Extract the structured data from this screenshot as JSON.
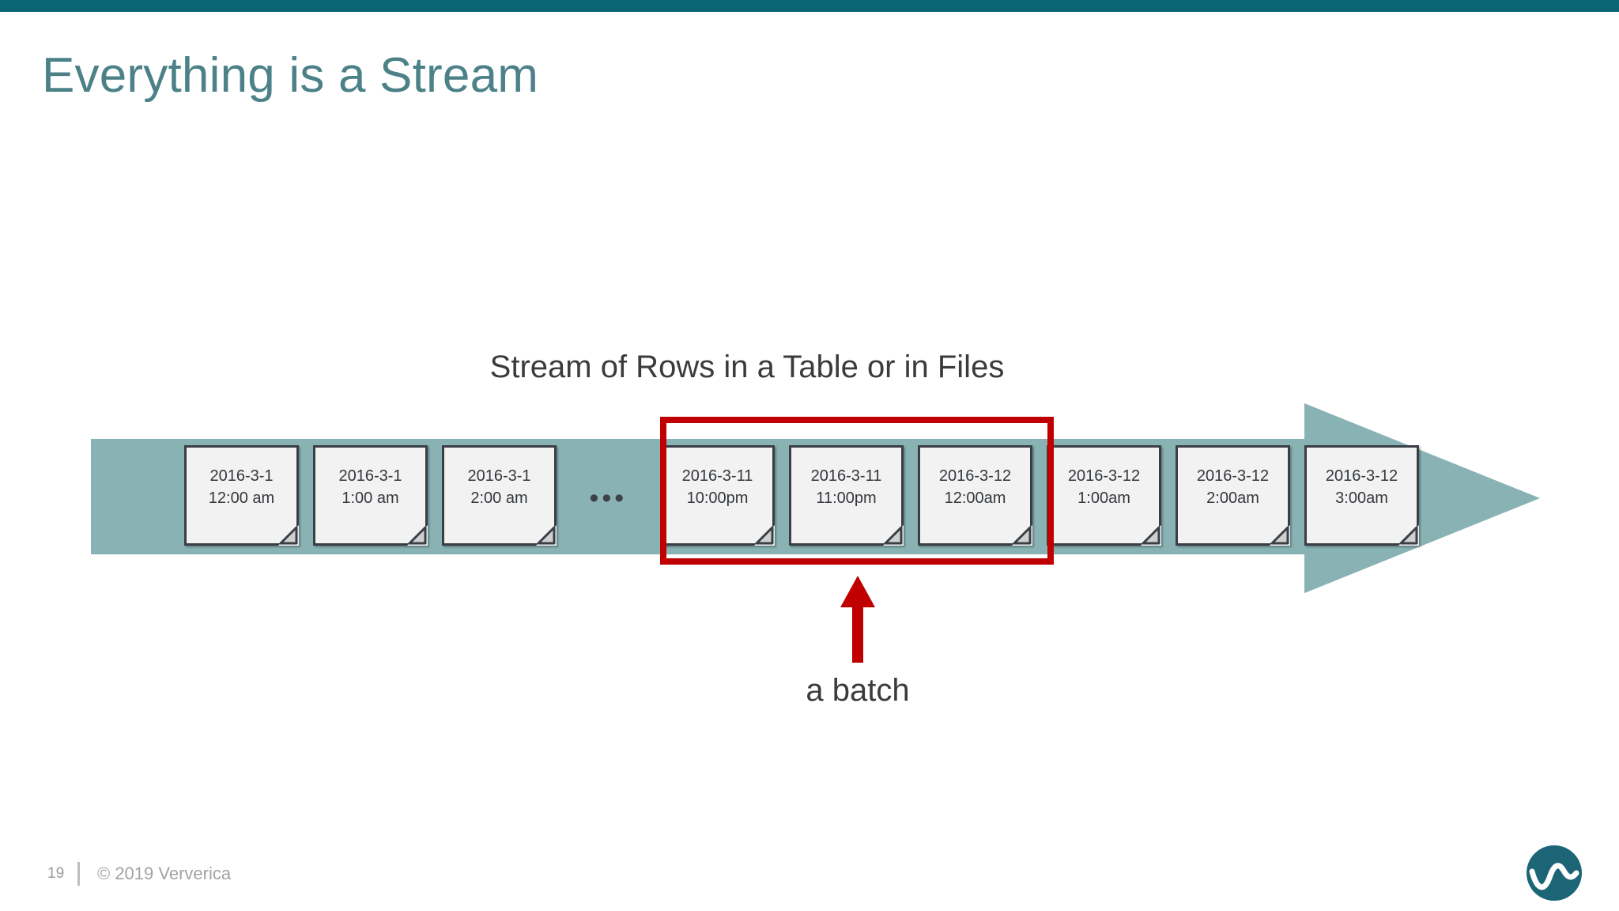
{
  "slide": {
    "title": "Everything is a Stream",
    "page_number": "19",
    "copyright": "© 2019 Ververica",
    "logo_name": "ververica-wave-logo"
  },
  "colors": {
    "top_bar": "#0a6573",
    "title_text": "#4c8188",
    "stream_band": "#89b2b4",
    "card_fill": "#f2f2f2",
    "card_border": "#3a3f45",
    "highlight_red": "#c00000",
    "body_text": "#3b3b3b",
    "footer_text": "#a3a3a3"
  },
  "diagram": {
    "caption": "Stream of Rows in a Table or in Files",
    "ellipsis": "•••",
    "batch_label": "a batch",
    "cards": [
      {
        "date": "2016-3-1",
        "time": "12:00 am",
        "in_batch": false
      },
      {
        "date": "2016-3-1",
        "time": "1:00 am",
        "in_batch": false
      },
      {
        "date": "2016-3-1",
        "time": "2:00 am",
        "in_batch": false
      },
      {
        "date": "2016-3-11",
        "time": "10:00pm",
        "in_batch": true
      },
      {
        "date": "2016-3-11",
        "time": "11:00pm",
        "in_batch": true
      },
      {
        "date": "2016-3-12",
        "time": "12:00am",
        "in_batch": true
      },
      {
        "date": "2016-3-12",
        "time": "1:00am",
        "in_batch": false
      },
      {
        "date": "2016-3-12",
        "time": "2:00am",
        "in_batch": false
      },
      {
        "date": "2016-3-12",
        "time": "3:00am",
        "in_batch": false
      }
    ]
  }
}
